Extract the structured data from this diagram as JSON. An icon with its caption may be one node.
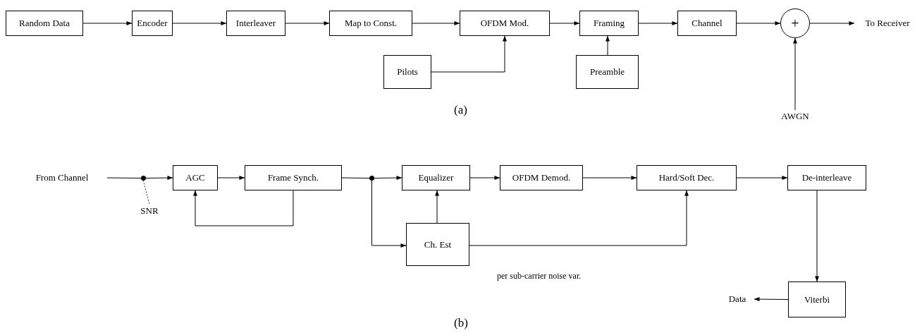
{
  "diagram": {
    "nodes": [
      {
        "text": [
          "Random Data"
        ]
      },
      {
        "text": [
          "Encoder"
        ]
      },
      {
        "text": [
          "Interleaver"
        ]
      },
      {
        "text": [
          "Map to Const."
        ]
      },
      {
        "text": [
          "OFDM Mod."
        ]
      },
      {
        "text": [
          "Framing"
        ]
      },
      {
        "text": [
          "Channel"
        ]
      },
      {
        "text": [
          "+"
        ]
      },
      {
        "text": [
          "To Receiver"
        ]
      },
      {
        "text": [
          "Pilots"
        ]
      },
      {
        "text": [
          "Preamble"
        ]
      },
      {
        "text": [
          "AWGN"
        ]
      },
      {
        "text": [
          "From Channel"
        ]
      },
      {
        "text": [],
        "shape": "circle"
      },
      {
        "text": [
          "AGC"
        ]
      },
      {
        "text": [
          "Frame Synch."
        ]
      },
      {
        "text": [],
        "shape": "circle"
      },
      {
        "text": [
          "Equalizer"
        ]
      },
      {
        "text": [
          "OFDM Demod."
        ]
      },
      {
        "text": [
          "Hard/Soft Dec."
        ]
      },
      {
        "text": [
          "De-interleave"
        ]
      },
      {
        "text": [
          "SNR"
        ]
      },
      {
        "text": [
          "Ch. Est"
        ]
      },
      {
        "text": [
          "Viterbi"
        ]
      },
      {
        "text": [
          "Data"
        ]
      }
    ],
    "edges": [
      {
        "from": 0,
        "to": 1,
        "arrow": "to"
      },
      {
        "from": 1,
        "to": 2,
        "arrow": "to"
      },
      {
        "from": 2,
        "to": 3,
        "arrow": "to"
      },
      {
        "from": 3,
        "to": 4,
        "arrow": "to"
      },
      {
        "from": 4,
        "to": 5,
        "arrow": "to"
      },
      {
        "from": 5,
        "to": 6,
        "arrow": "to"
      },
      {
        "from": 6,
        "to": 7,
        "arrow": "to"
      },
      {
        "from": 7,
        "to": 8,
        "arrow": "to"
      },
      {
        "from": 9,
        "to": 4,
        "arrow": "to"
      },
      {
        "from": 10,
        "to": 5,
        "arrow": "to"
      },
      {
        "from": 11,
        "to": 7,
        "arrow": "to"
      },
      {
        "from": 12,
        "to": 13,
        "arrow": "none"
      },
      {
        "from": 13,
        "to": 14,
        "arrow": "to"
      },
      {
        "from": 14,
        "to": 15,
        "arrow": "to"
      },
      {
        "from": 15,
        "to": 14,
        "arrow": "to"
      },
      {
        "from": 15,
        "to": 16,
        "arrow": "none"
      },
      {
        "from": 16,
        "to": 17,
        "arrow": "to"
      },
      {
        "from": 16,
        "to": 22,
        "arrow": "to"
      },
      {
        "from": 17,
        "to": 18,
        "arrow": "to"
      },
      {
        "from": 18,
        "to": 19,
        "arrow": "to"
      },
      {
        "from": 22,
        "to": 17,
        "arrow": "to"
      },
      {
        "from": 22,
        "to": 19,
        "arrow": "to",
        "label": "per sub-carrier noise var."
      },
      {
        "from": 19,
        "to": 20,
        "arrow": "to"
      },
      {
        "from": 20,
        "to": 23,
        "arrow": "to"
      },
      {
        "from": 23,
        "to": 24,
        "arrow": "to"
      },
      {
        "from": 13,
        "to": 21,
        "arrow": "none",
        "style": "dashed"
      }
    ],
    "labels": [
      "(a)",
      "(b)"
    ]
  }
}
